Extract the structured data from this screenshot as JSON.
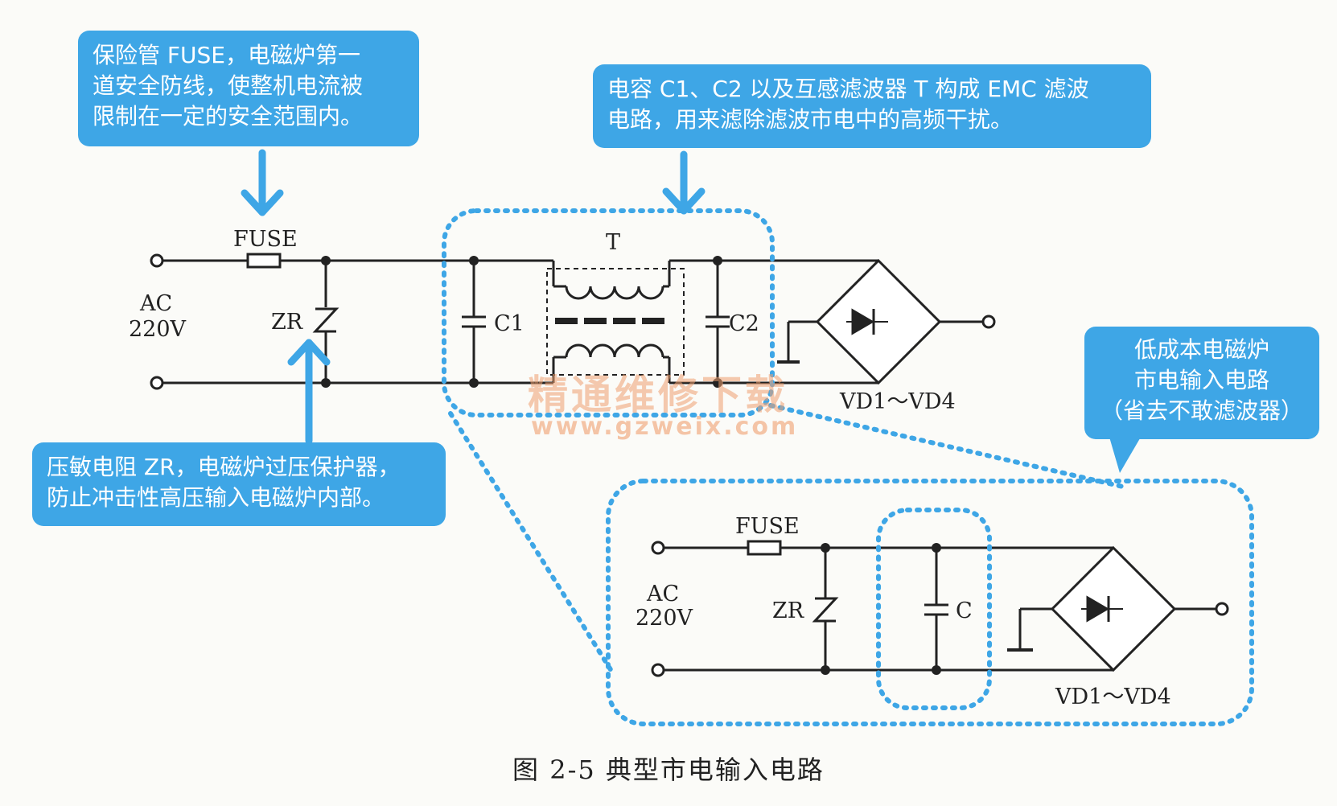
{
  "callouts": {
    "fuse": [
      "保险管 FUSE，电磁炉第一",
      "道安全防线，使整机电流被",
      "限制在一定的安全范围内。"
    ],
    "emc": [
      "电容 C1、C2 以及互感滤波器 T 构成 EMC 滤波",
      "电路，用来滤除滤波市电中的高频干扰。"
    ],
    "zr": [
      "压敏电阻 ZR，电磁炉过压保护器，",
      "防止冲击性高压输入电磁炉内部。"
    ],
    "low_cost": [
      "低成本电磁炉",
      "市电输入电路",
      "（省去不敢滤波器）"
    ]
  },
  "main_circuit": {
    "fuse": "FUSE",
    "ac": "AC",
    "voltage": "220V",
    "zr": "ZR",
    "c1": "C1",
    "c2": "C2",
    "t": "T",
    "bridge": "VD1～VD4"
  },
  "inset_circuit": {
    "fuse": "FUSE",
    "ac": "AC",
    "voltage": "220V",
    "zr": "ZR",
    "c": "C",
    "bridge": "VD1～VD4"
  },
  "watermark": {
    "line1": "精通维修下载",
    "line2": "www.gzweix.com"
  },
  "caption": "图 2-5   典型市电输入电路",
  "colors": {
    "callout": "#3ea6e6",
    "arrow": "#3ea6e6",
    "dotted": "#3ea6e6",
    "wire": "#222222",
    "watermark": "#f0a070"
  }
}
